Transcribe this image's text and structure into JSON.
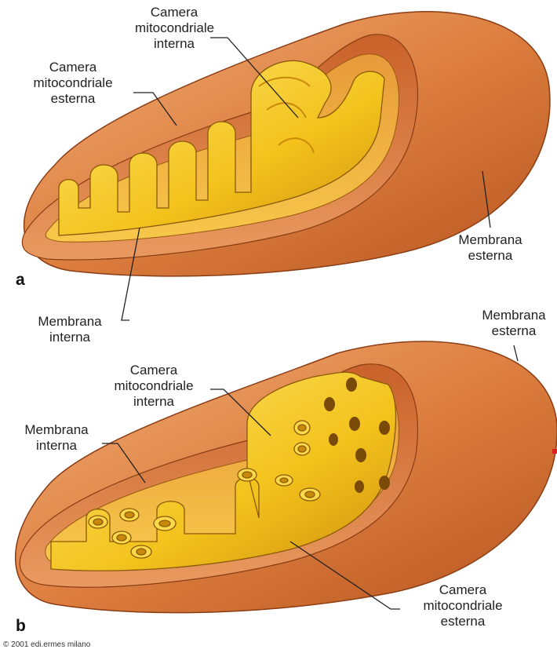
{
  "panel_a": {
    "letter": "a",
    "labels": {
      "intermembrane_l1": "Camera",
      "intermembrane_l2": "mitocondriale",
      "intermembrane_l3": "interna",
      "outer_chamber_l1": "Camera",
      "outer_chamber_l2": "mitocondriale",
      "outer_chamber_l3": "esterna",
      "outer_membrane_l1": "Membrana",
      "outer_membrane_l2": "esterna",
      "inner_membrane_l1": "Membrana",
      "inner_membrane_l2": "interna"
    }
  },
  "panel_b": {
    "letter": "b",
    "labels": {
      "outer_membrane_l1": "Membrana",
      "outer_membrane_l2": "esterna",
      "inner_chamber_l1": "Camera",
      "inner_chamber_l2": "mitocondriale",
      "inner_chamber_l3": "interna",
      "inner_membrane_l1": "Membrana",
      "inner_membrane_l2": "interna",
      "outer_chamber_l1": "Camera",
      "outer_chamber_l2": "mitocondriale",
      "outer_chamber_l3": "esterna"
    }
  },
  "copyright": "© 2001 edi.ermes milano",
  "colors": {
    "outer_shell": "#d9783a",
    "outer_shell_dark": "#b4521f",
    "outer_shell_light": "#f0a36a",
    "inner_fold": "#f2c21a",
    "inner_fold_light": "#fde36a",
    "inner_fold_dark": "#c98a0c",
    "line": "#222222"
  }
}
